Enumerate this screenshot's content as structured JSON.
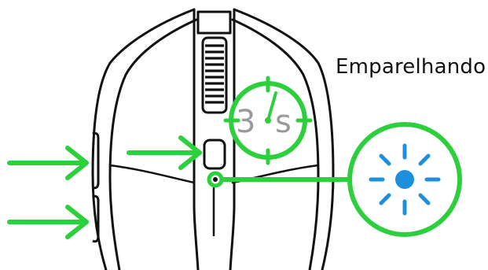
{
  "status": {
    "label": "Emparelhando"
  },
  "timer": {
    "digit": "3",
    "unit": "s"
  },
  "colors": {
    "accent_green": "#2ccf3c",
    "led_blue": "#1e8fdc",
    "outline": "#111111",
    "timer_text": "#9a9a9a"
  },
  "icons": [
    "arrow-right-icon",
    "stopwatch-icon",
    "led-blink-icon"
  ]
}
